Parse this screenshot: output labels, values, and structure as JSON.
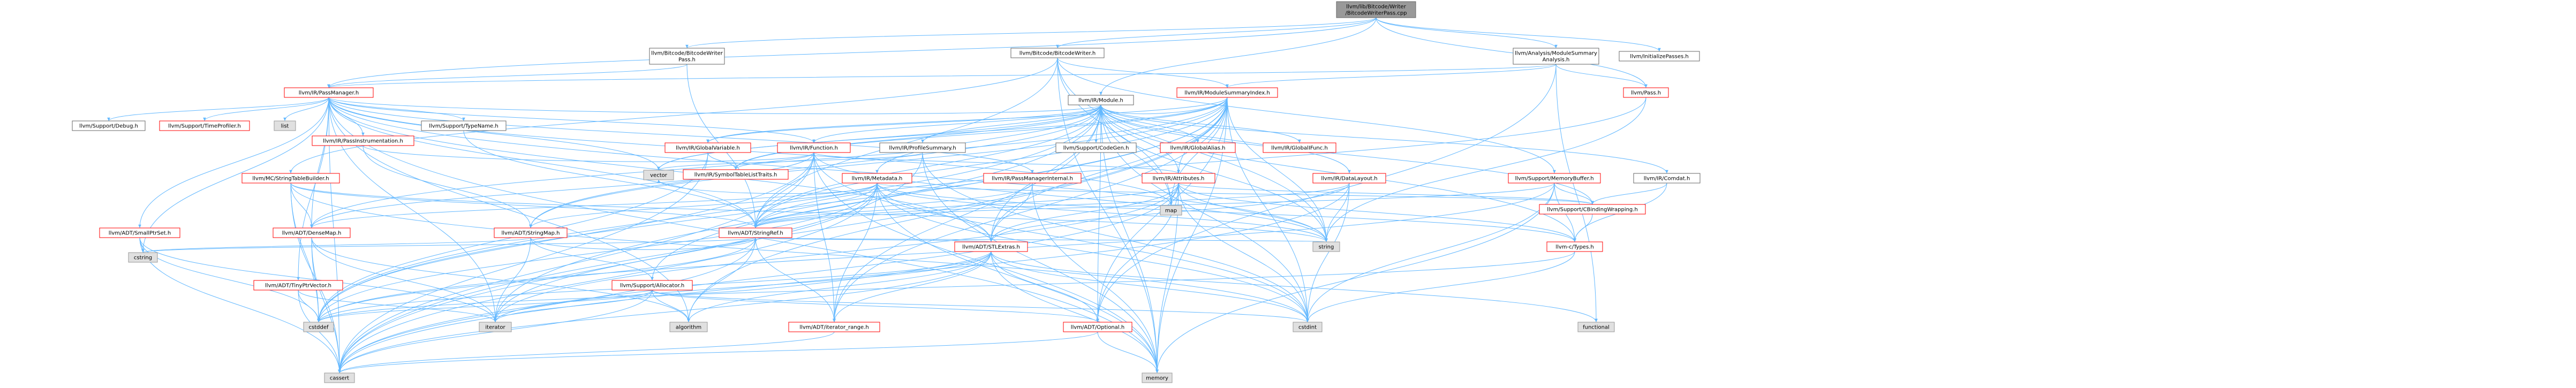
{
  "title": "llvm/lib/Bitcode/Writer/BitcodeWriterPass.cpp",
  "colors": {
    "root_fill": "#999999",
    "root_border": "#666666",
    "normal_border": "#666666",
    "doc_border": "#ff0000",
    "sys_fill": "#e0e0e0",
    "sys_border": "#999999",
    "edge": "#63b8ff"
  },
  "nodes": [
    {
      "id": "root",
      "lines": [
        "llvm/lib/Bitcode/Writer",
        "/BitcodeWriterPass.cpp"
      ],
      "kind": "root"
    },
    {
      "id": "bwp_h",
      "lines": [
        "llvm/Bitcode/BitcodeWriter",
        "Pass.h"
      ],
      "kind": "normal"
    },
    {
      "id": "bw_h",
      "lines": [
        "llvm/Bitcode/BitcodeWriter.h"
      ],
      "kind": "normal"
    },
    {
      "id": "msa_h",
      "lines": [
        "llvm/Analysis/ModuleSummary",
        "Analysis.h"
      ],
      "kind": "normal"
    },
    {
      "id": "init_h",
      "lines": [
        "llvm/InitializePasses.h"
      ],
      "kind": "normal"
    },
    {
      "id": "passmgr_h",
      "lines": [
        "llvm/IR/PassManager.h"
      ],
      "kind": "doc"
    },
    {
      "id": "msi_h",
      "lines": [
        "llvm/IR/ModuleSummaryIndex.h"
      ],
      "kind": "doc"
    },
    {
      "id": "pass_h",
      "lines": [
        "llvm/Pass.h"
      ],
      "kind": "doc"
    },
    {
      "id": "module_h",
      "lines": [
        "llvm/IR/Module.h"
      ],
      "kind": "normal"
    },
    {
      "id": "debug_h",
      "lines": [
        "llvm/Support/Debug.h"
      ],
      "kind": "normal"
    },
    {
      "id": "timeprof_h",
      "lines": [
        "llvm/Support/TimeProfiler.h"
      ],
      "kind": "doc"
    },
    {
      "id": "list",
      "lines": [
        "list"
      ],
      "kind": "sys"
    },
    {
      "id": "typename_h",
      "lines": [
        "llvm/Support/TypeName.h"
      ],
      "kind": "normal"
    },
    {
      "id": "passinst_h",
      "lines": [
        "llvm/IR/PassInstrumentation.h"
      ],
      "kind": "doc"
    },
    {
      "id": "mcstb_h",
      "lines": [
        "llvm/MC/StringTableBuilder.h"
      ],
      "kind": "doc"
    },
    {
      "id": "smallptrset_h",
      "lines": [
        "llvm/ADT/SmallPtrSet.h"
      ],
      "kind": "doc"
    },
    {
      "id": "tinyptr_h",
      "lines": [
        "llvm/ADT/TinyPtrVector.h"
      ],
      "kind": "doc"
    },
    {
      "id": "densemap_h",
      "lines": [
        "llvm/ADT/DenseMap.h"
      ],
      "kind": "doc"
    },
    {
      "id": "globalvar_h",
      "lines": [
        "llvm/IR/GlobalVariable.h"
      ],
      "kind": "doc"
    },
    {
      "id": "function_h",
      "lines": [
        "llvm/IR/Function.h"
      ],
      "kind": "doc"
    },
    {
      "id": "symtab_h",
      "lines": [
        "llvm/IR/SymbolTableListTraits.h"
      ],
      "kind": "doc"
    },
    {
      "id": "vector",
      "lines": [
        "vector"
      ],
      "kind": "sys"
    },
    {
      "id": "profsum_h",
      "lines": [
        "llvm/IR/ProfileSummary.h"
      ],
      "kind": "normal"
    },
    {
      "id": "metadata_h",
      "lines": [
        "llvm/IR/Metadata.h"
      ],
      "kind": "doc"
    },
    {
      "id": "pmi_h",
      "lines": [
        "llvm/IR/PassManagerInternal.h"
      ],
      "kind": "doc"
    },
    {
      "id": "codegen_h",
      "lines": [
        "llvm/Support/CodeGen.h"
      ],
      "kind": "normal"
    },
    {
      "id": "attributes_h",
      "lines": [
        "llvm/IR/Attributes.h"
      ],
      "kind": "doc"
    },
    {
      "id": "globalalias_h",
      "lines": [
        "llvm/IR/GlobalAlias.h"
      ],
      "kind": "doc"
    },
    {
      "id": "globalifunc_h",
      "lines": [
        "llvm/IR/GlobalIFunc.h"
      ],
      "kind": "doc"
    },
    {
      "id": "datalayout_h",
      "lines": [
        "llvm/IR/DataLayout.h"
      ],
      "kind": "doc"
    },
    {
      "id": "memorybuf_h",
      "lines": [
        "llvm/Support/MemoryBuffer.h"
      ],
      "kind": "doc"
    },
    {
      "id": "comdat_h",
      "lines": [
        "llvm/IR/Comdat.h"
      ],
      "kind": "normal"
    },
    {
      "id": "cbinding_h",
      "lines": [
        "llvm/Support/CBindingWrapping.h"
      ],
      "kind": "doc"
    },
    {
      "id": "ctypes_h",
      "lines": [
        "llvm-c/Types.h"
      ],
      "kind": "doc"
    },
    {
      "id": "stringmap_h",
      "lines": [
        "llvm/ADT/StringMap.h"
      ],
      "kind": "doc"
    },
    {
      "id": "stringref_h",
      "lines": [
        "llvm/ADT/StringRef.h"
      ],
      "kind": "doc"
    },
    {
      "id": "allocator_h",
      "lines": [
        "llvm/Support/Allocator.h"
      ],
      "kind": "doc"
    },
    {
      "id": "stlextras_h",
      "lines": [
        "llvm/ADT/STLExtras.h"
      ],
      "kind": "doc"
    },
    {
      "id": "optional_h",
      "lines": [
        "llvm/ADT/Optional.h"
      ],
      "kind": "doc"
    },
    {
      "id": "iterrange_h",
      "lines": [
        "llvm/ADT/iterator_range.h"
      ],
      "kind": "doc"
    },
    {
      "id": "map",
      "lines": [
        "map"
      ],
      "kind": "sys"
    },
    {
      "id": "string",
      "lines": [
        "string"
      ],
      "kind": "sys"
    },
    {
      "id": "cstring",
      "lines": [
        "cstring"
      ],
      "kind": "sys"
    },
    {
      "id": "cstddef",
      "lines": [
        "cstddef"
      ],
      "kind": "sys"
    },
    {
      "id": "iterator",
      "lines": [
        "iterator"
      ],
      "kind": "sys"
    },
    {
      "id": "algorithm",
      "lines": [
        "algorithm"
      ],
      "kind": "sys"
    },
    {
      "id": "cstdint",
      "lines": [
        "cstdint"
      ],
      "kind": "sys"
    },
    {
      "id": "functional",
      "lines": [
        "functional"
      ],
      "kind": "sys"
    },
    {
      "id": "cassert",
      "lines": [
        "cassert"
      ],
      "kind": "sys"
    },
    {
      "id": "memory",
      "lines": [
        "memory"
      ],
      "kind": "sys"
    }
  ],
  "edges": [
    [
      "root",
      "bwp_h"
    ],
    [
      "root",
      "bw_h"
    ],
    [
      "root",
      "msa_h"
    ],
    [
      "root",
      "init_h"
    ],
    [
      "root",
      "passmgr_h"
    ],
    [
      "root",
      "pass_h"
    ],
    [
      "root",
      "module_h"
    ],
    [
      "bwp_h",
      "passmgr_h"
    ],
    [
      "bwp_h",
      "stringref_h"
    ],
    [
      "bw_h",
      "msi_h"
    ],
    [
      "bw_h",
      "mcstb_h"
    ],
    [
      "bw_h",
      "memorybuf_h"
    ],
    [
      "bw_h",
      "stringref_h"
    ],
    [
      "bw_h",
      "map"
    ],
    [
      "bw_h",
      "string"
    ],
    [
      "bw_h",
      "memory"
    ],
    [
      "msa_h",
      "msi_h"
    ],
    [
      "msa_h",
      "passmgr_h"
    ],
    [
      "msa_h",
      "pass_h"
    ],
    [
      "msa_h",
      "optional_h"
    ],
    [
      "msa_h",
      "functional"
    ],
    [
      "passmgr_h",
      "debug_h"
    ],
    [
      "passmgr_h",
      "timeprof_h"
    ],
    [
      "passmgr_h",
      "list"
    ],
    [
      "passmgr_h",
      "typename_h"
    ],
    [
      "passmgr_h",
      "passinst_h"
    ],
    [
      "passmgr_h",
      "tinyptr_h"
    ],
    [
      "passmgr_h",
      "smallptrset_h"
    ],
    [
      "passmgr_h",
      "densemap_h"
    ],
    [
      "passmgr_h",
      "function_h"
    ],
    [
      "passmgr_h",
      "module_h"
    ],
    [
      "passmgr_h",
      "pmi_h"
    ],
    [
      "passmgr_h",
      "stringref_h"
    ],
    [
      "passmgr_h",
      "stlextras_h"
    ],
    [
      "passmgr_h",
      "vector"
    ],
    [
      "passmgr_h",
      "cassert"
    ],
    [
      "passmgr_h",
      "cstring"
    ],
    [
      "passmgr_h",
      "iterator"
    ],
    [
      "passmgr_h",
      "algorithm"
    ],
    [
      "passmgr_h",
      "memory"
    ],
    [
      "passmgr_h",
      "map"
    ],
    [
      "passmgr_h",
      "string"
    ],
    [
      "msi_h",
      "globalvar_h"
    ],
    [
      "msi_h",
      "module_h"
    ],
    [
      "msi_h",
      "densemap_h"
    ],
    [
      "msi_h",
      "stringmap_h"
    ],
    [
      "msi_h",
      "stringref_h"
    ],
    [
      "msi_h",
      "stlextras_h"
    ],
    [
      "msi_h",
      "allocator_h"
    ],
    [
      "msi_h",
      "optional_h"
    ],
    [
      "msi_h",
      "symtab_h"
    ],
    [
      "msi_h",
      "vector"
    ],
    [
      "msi_h",
      "map"
    ],
    [
      "msi_h",
      "string"
    ],
    [
      "msi_h",
      "cstdint"
    ],
    [
      "msi_h",
      "algorithm"
    ],
    [
      "msi_h",
      "cassert"
    ],
    [
      "msi_h",
      "memory"
    ],
    [
      "msi_h",
      "cstddef"
    ],
    [
      "msi_h",
      "iterrange_h"
    ],
    [
      "msi_h",
      "attributes_h"
    ],
    [
      "pass_h",
      "stringref_h"
    ],
    [
      "pass_h",
      "string"
    ],
    [
      "module_h",
      "function_h"
    ],
    [
      "module_h",
      "globalalias_h"
    ],
    [
      "module_h",
      "globalifunc_h"
    ],
    [
      "module_h",
      "globalvar_h"
    ],
    [
      "module_h",
      "metadata_h"
    ],
    [
      "module_h",
      "profsum_h"
    ],
    [
      "module_h",
      "symtab_h"
    ],
    [
      "module_h",
      "codegen_h"
    ],
    [
      "module_h",
      "datalayout_h"
    ],
    [
      "module_h",
      "attributes_h"
    ],
    [
      "module_h",
      "comdat_h"
    ],
    [
      "module_h",
      "cbinding_h"
    ],
    [
      "module_h",
      "ctypes_h"
    ],
    [
      "module_h",
      "stringmap_h"
    ],
    [
      "module_h",
      "stringref_h"
    ],
    [
      "module_h",
      "optional_h"
    ],
    [
      "module_h",
      "iterrange_h"
    ],
    [
      "module_h",
      "cstddef"
    ],
    [
      "module_h",
      "cstdint"
    ],
    [
      "module_h",
      "iterator"
    ],
    [
      "module_h",
      "memory"
    ],
    [
      "module_h",
      "string"
    ],
    [
      "module_h",
      "vector"
    ],
    [
      "module_h",
      "map"
    ],
    [
      "module_h",
      "stlextras_h"
    ],
    [
      "typename_h",
      "stringref_h"
    ],
    [
      "passinst_h",
      "stringmap_h"
    ],
    [
      "passinst_h",
      "function_h"
    ],
    [
      "mcstb_h",
      "densemap_h"
    ],
    [
      "mcstb_h",
      "stringref_h"
    ],
    [
      "mcstb_h",
      "cassert"
    ],
    [
      "mcstb_h",
      "cstddef"
    ],
    [
      "mcstb_h",
      "cstdint"
    ],
    [
      "mcstb_h",
      "string"
    ],
    [
      "smallptrset_h",
      "cassert"
    ],
    [
      "smallptrset_h",
      "cstddef"
    ],
    [
      "smallptrset_h",
      "cstring"
    ],
    [
      "smallptrset_h",
      "iterator"
    ],
    [
      "tinyptr_h",
      "cassert"
    ],
    [
      "tinyptr_h",
      "cstddef"
    ],
    [
      "tinyptr_h",
      "iterator"
    ],
    [
      "densemap_h",
      "cassert"
    ],
    [
      "densemap_h",
      "cstddef"
    ],
    [
      "densemap_h",
      "iterator"
    ],
    [
      "densemap_h",
      "algorithm"
    ],
    [
      "globalvar_h",
      "symtab_h"
    ],
    [
      "globalvar_h",
      "cassert"
    ],
    [
      "globalvar_h",
      "cstddef"
    ],
    [
      "function_h",
      "symtab_h"
    ],
    [
      "function_h",
      "attributes_h"
    ],
    [
      "function_h",
      "densemap_h"
    ],
    [
      "function_h",
      "stringref_h"
    ],
    [
      "function_h",
      "iterrange_h"
    ],
    [
      "function_h",
      "cassert"
    ],
    [
      "function_h",
      "cstddef"
    ],
    [
      "function_h",
      "cstdint"
    ],
    [
      "function_h",
      "memory"
    ],
    [
      "function_h",
      "string"
    ],
    [
      "profsum_h",
      "cassert"
    ],
    [
      "profsum_h",
      "cstdint"
    ],
    [
      "profsum_h",
      "memory"
    ],
    [
      "profsum_h",
      "vector"
    ],
    [
      "metadata_h",
      "densemap_h"
    ],
    [
      "metadata_h",
      "stringmap_h"
    ],
    [
      "metadata_h",
      "stringref_h"
    ],
    [
      "metadata_h",
      "stlextras_h"
    ],
    [
      "metadata_h",
      "iterrange_h"
    ],
    [
      "metadata_h",
      "cbinding_h"
    ],
    [
      "metadata_h",
      "ctypes_h"
    ],
    [
      "metadata_h",
      "cassert"
    ],
    [
      "metadata_h",
      "cstddef"
    ],
    [
      "metadata_h",
      "cstdint"
    ],
    [
      "metadata_h",
      "iterator"
    ],
    [
      "metadata_h",
      "memory"
    ],
    [
      "metadata_h",
      "string"
    ],
    [
      "metadata_h",
      "vector"
    ],
    [
      "pmi_h",
      "stlextras_h"
    ],
    [
      "pmi_h",
      "stringref_h"
    ],
    [
      "pmi_h",
      "memory"
    ],
    [
      "attributes_h",
      "stringref_h"
    ],
    [
      "attributes_h",
      "optional_h"
    ],
    [
      "attributes_h",
      "stlextras_h"
    ],
    [
      "attributes_h",
      "cbinding_h"
    ],
    [
      "attributes_h",
      "ctypes_h"
    ],
    [
      "attributes_h",
      "cassert"
    ],
    [
      "attributes_h",
      "cstdint"
    ],
    [
      "attributes_h",
      "memory"
    ],
    [
      "attributes_h",
      "string"
    ],
    [
      "attributes_h",
      "map"
    ],
    [
      "attributes_h",
      "iterator"
    ],
    [
      "datalayout_h",
      "stringref_h"
    ],
    [
      "datalayout_h",
      "stlextras_h"
    ],
    [
      "datalayout_h",
      "cassert"
    ],
    [
      "datalayout_h",
      "cstdint"
    ],
    [
      "datalayout_h",
      "string"
    ],
    [
      "memorybuf_h",
      "cbinding_h"
    ],
    [
      "memorybuf_h",
      "ctypes_h"
    ],
    [
      "memorybuf_h",
      "stringref_h"
    ],
    [
      "memorybuf_h",
      "cstddef"
    ],
    [
      "memorybuf_h",
      "cstdint"
    ],
    [
      "memorybuf_h",
      "memory"
    ],
    [
      "comdat_h",
      "cbinding_h"
    ],
    [
      "comdat_h",
      "ctypes_h"
    ],
    [
      "cbinding_h",
      "ctypes_h"
    ],
    [
      "ctypes_h",
      "cstddef"
    ],
    [
      "ctypes_h",
      "cstdint"
    ],
    [
      "stringmap_h",
      "stringref_h"
    ],
    [
      "stringmap_h",
      "allocator_h"
    ],
    [
      "stringmap_h",
      "iterator"
    ],
    [
      "stringmap_h",
      "cstring"
    ],
    [
      "stringref_h",
      "stlextras_h"
    ],
    [
      "stringref_h",
      "iterrange_h"
    ],
    [
      "stringref_h",
      "algorithm"
    ],
    [
      "stringref_h",
      "cassert"
    ],
    [
      "stringref_h",
      "cstddef"
    ],
    [
      "stringref_h",
      "cstring"
    ],
    [
      "stringref_h",
      "string"
    ],
    [
      "allocator_h",
      "stlextras_h"
    ],
    [
      "allocator_h",
      "algorithm"
    ],
    [
      "allocator_h",
      "cassert"
    ],
    [
      "allocator_h",
      "cstddef"
    ],
    [
      "allocator_h",
      "cstdint"
    ],
    [
      "allocator_h",
      "iterator"
    ],
    [
      "allocator_h",
      "optional_h"
    ],
    [
      "stlextras_h",
      "optional_h"
    ],
    [
      "stlextras_h",
      "iterrange_h"
    ],
    [
      "stlextras_h",
      "algorithm"
    ],
    [
      "stlextras_h",
      "cassert"
    ],
    [
      "stlextras_h",
      "cstddef"
    ],
    [
      "stlextras_h",
      "cstdint"
    ],
    [
      "stlextras_h",
      "functional"
    ],
    [
      "stlextras_h",
      "iterator"
    ],
    [
      "stlextras_h",
      "memory"
    ],
    [
      "optional_h",
      "cassert"
    ],
    [
      "optional_h",
      "memory"
    ],
    [
      "iterrange_h",
      "cassert"
    ]
  ]
}
